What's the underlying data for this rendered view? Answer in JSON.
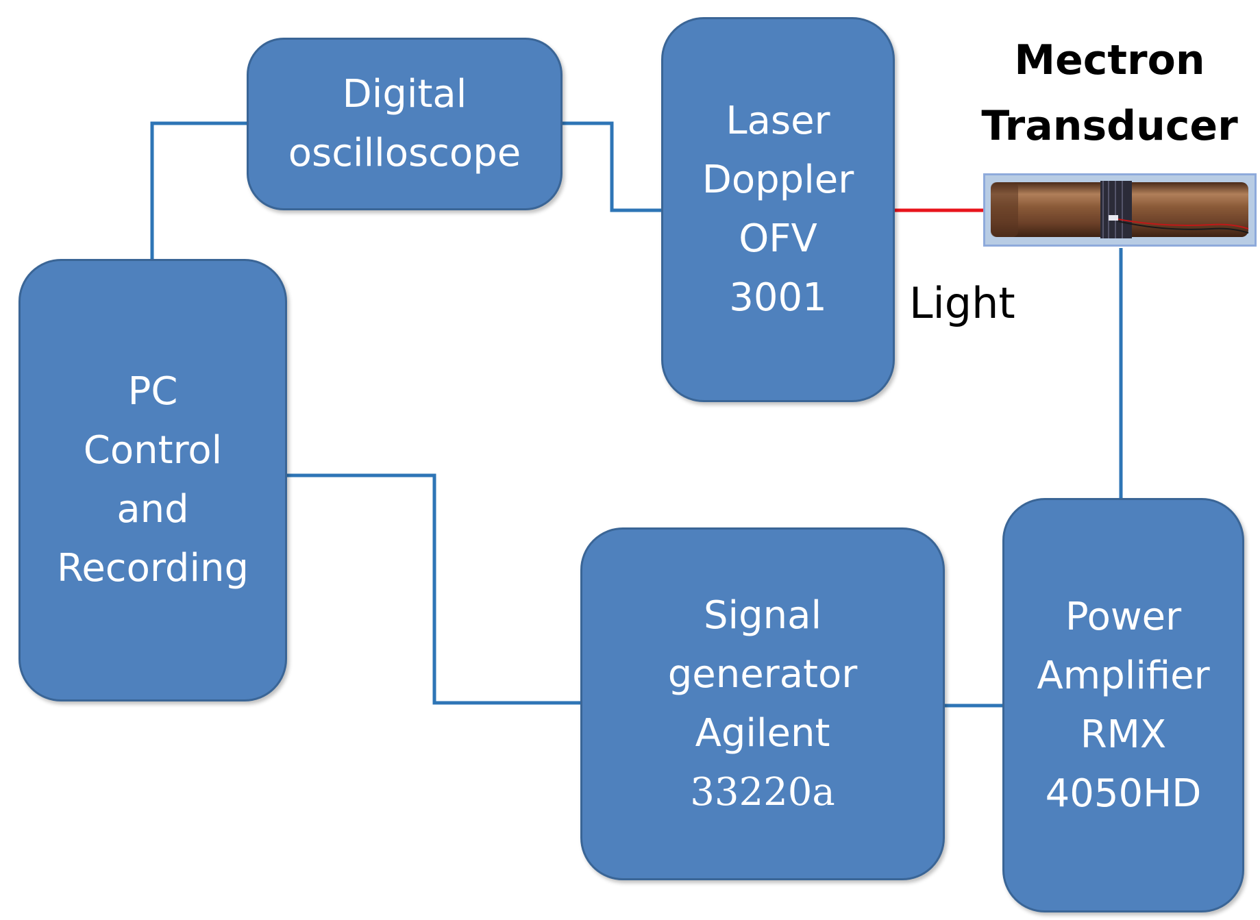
{
  "blocks": {
    "digital_oscilloscope": "Digital\noscilloscope",
    "laser_doppler": "Laser\nDoppler\nOFV\n3001",
    "pc_control": "PC\nControl\nand\nRecording",
    "signal_generator": "Signal\ngenerator\nAgilent",
    "signal_generator_model": "33220a",
    "power_amplifier": "Power\nAmplifier\nRMX\n4050HD"
  },
  "transducer": {
    "title": "Mectron\nTransducer",
    "icon": "ultrasonic-transducer-photo"
  },
  "light_label": "Light",
  "colors": {
    "block_fill": "#4f81bd",
    "block_border": "#3a6596",
    "wire": "#2e75b6",
    "laser_beam": "#e8141c"
  }
}
